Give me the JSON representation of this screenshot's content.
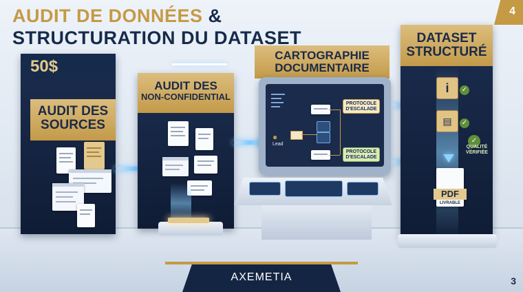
{
  "title": {
    "line1_gold": "AUDIT DE DONNÉES",
    "line1_amp": "&",
    "line2": "STRUCTURATION DU DATASET"
  },
  "slide_badge": "4",
  "page_number": "3",
  "price": "50$",
  "steps": [
    {
      "label_line1": "AUDIT DES",
      "label_line2": "SOURCES"
    },
    {
      "label_line1": "AUDIT DES",
      "label_line2": "NON-CONFIDENTIAL"
    },
    {
      "label_line1": "CARTOGRAPHIE",
      "label_line2": "DOCUMENTAIRE"
    },
    {
      "label_line1": "DATASET",
      "label_line2": "STRUCTURÉ"
    }
  ],
  "diagram": {
    "lead_label": "Lead",
    "box_top": {
      "line1": "PROTOCOLE",
      "line2": "D'ESCALADE"
    },
    "box_bottom": {
      "line1": "PROTOCOLE",
      "line2": "D'ESCALADE"
    }
  },
  "quality": {
    "line1": "QUALITÉ",
    "line2": "VÉRIFIÉE"
  },
  "deliverable": {
    "format": "PDF",
    "label": "LIVRABLE"
  },
  "brand": "AXEMETIA",
  "colors": {
    "navy": "#162a4b",
    "gold": "#c59a45",
    "glow": "#7fcaff"
  },
  "icons": [
    "info-icon",
    "document-icon",
    "check-icon",
    "envelope-icon",
    "pdf-icon"
  ]
}
